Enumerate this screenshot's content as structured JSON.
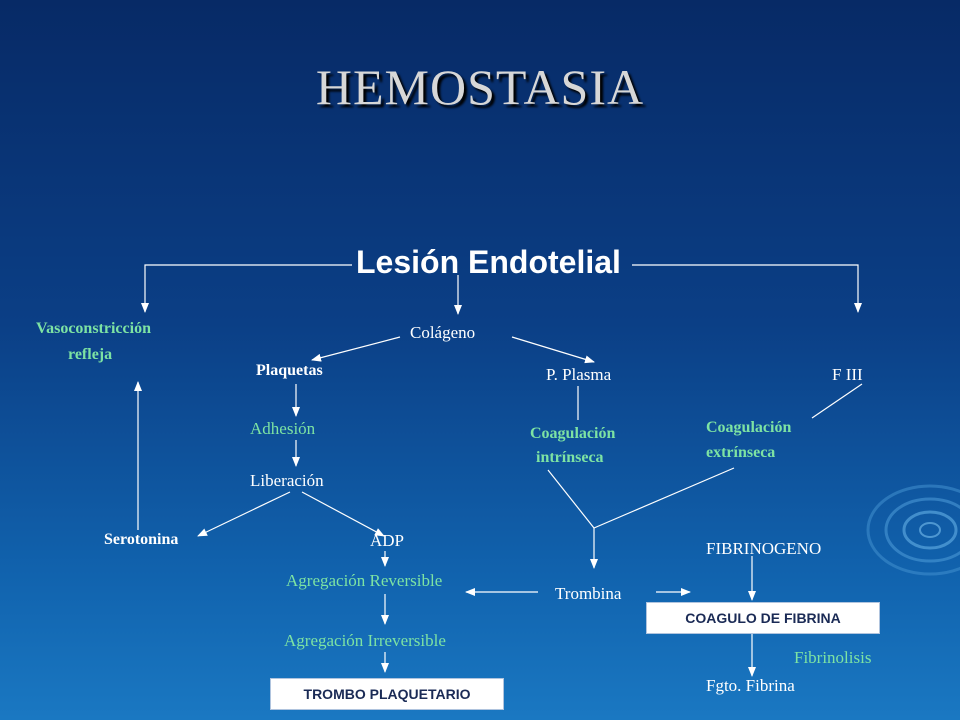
{
  "title": "HEMOSTASIA",
  "nodes": {
    "lesion": "Lesión Endotelial",
    "vasoconstriccion": "Vasoconstricción",
    "refleja": "refleja",
    "colageno": "Colágeno",
    "plaquetas": "Plaquetas",
    "p_plasma": "P. Plasma",
    "f_iii": "F III",
    "adhesion": "Adhesión",
    "liberacion": "Liberación",
    "coag_intrinseca_1": "Coagulación",
    "coag_intrinseca_2": "intrínseca",
    "coag_extrinseca_1": "Coagulación",
    "coag_extrinseca_2": "extrínseca",
    "serotonina": "Serotonina",
    "adp": "ADP",
    "agregacion_reversible": "Agregación  Reversible",
    "agregacion_irreversible": "Agregación  Irreversible",
    "trombina": "Trombina",
    "fibrinogeno": "FIBRINOGENO",
    "coagulo": "COAGULO DE FIBRINA",
    "fibrinolisis": "Fibrinolisis",
    "fgto_fibrina": "Fgto. Fibrina",
    "trombo": "TROMBO PLAQUETARIO"
  },
  "colors": {
    "text": "#ffffff",
    "green": "#7de3a3",
    "title": "#d7d7d7",
    "box_text": "#1a2a55"
  }
}
